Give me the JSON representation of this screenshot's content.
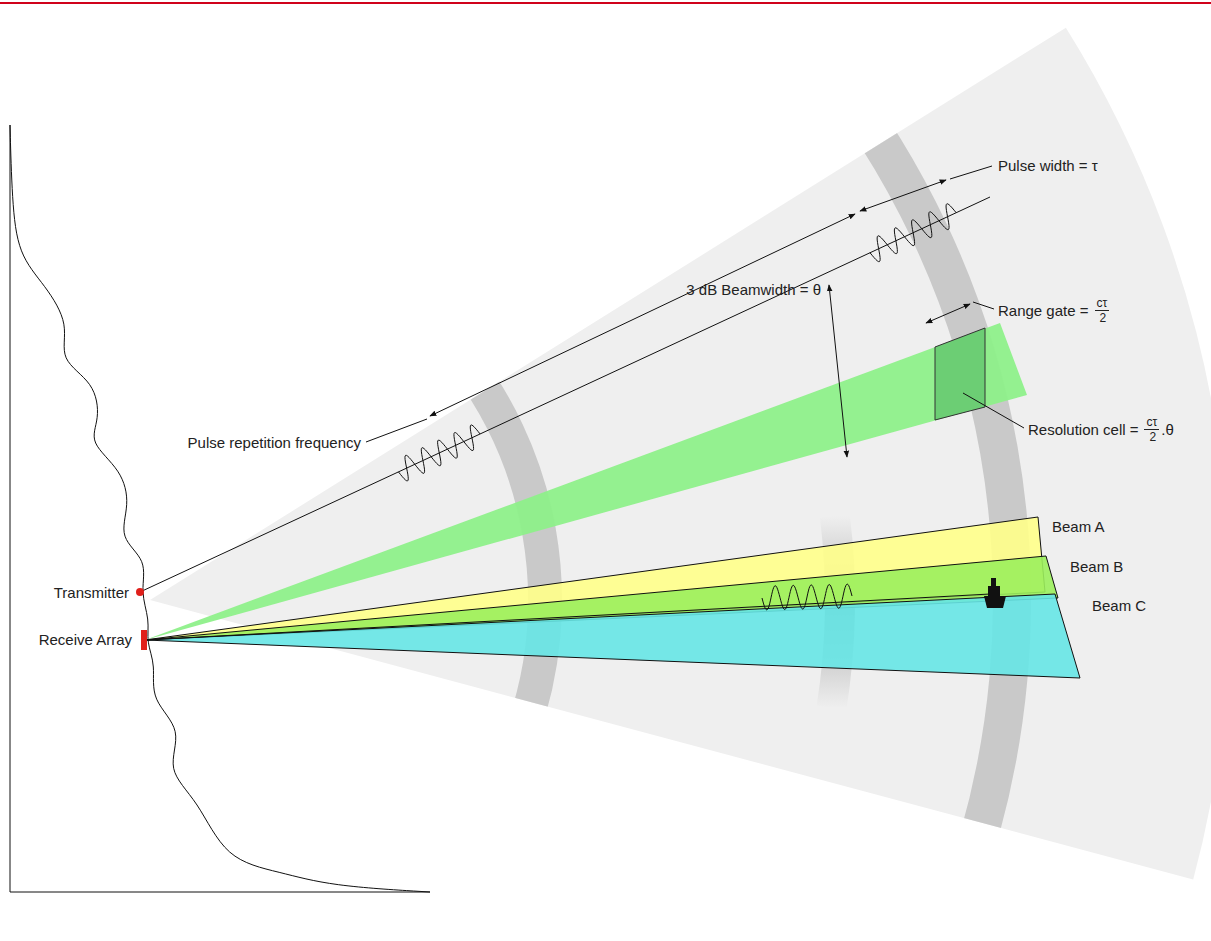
{
  "diagram": {
    "labels": [
      "Pulse width = τ",
      "Range gate =",
      "cτ",
      "2",
      "3 dB Beamwidth = θ",
      "Pulse repetition frequency",
      "Resolution cell =",
      "cτ",
      "2",
      ".θ",
      "Beam A",
      "Beam B",
      "Beam C",
      "Transmitter",
      "Receive Array"
    ]
  }
}
